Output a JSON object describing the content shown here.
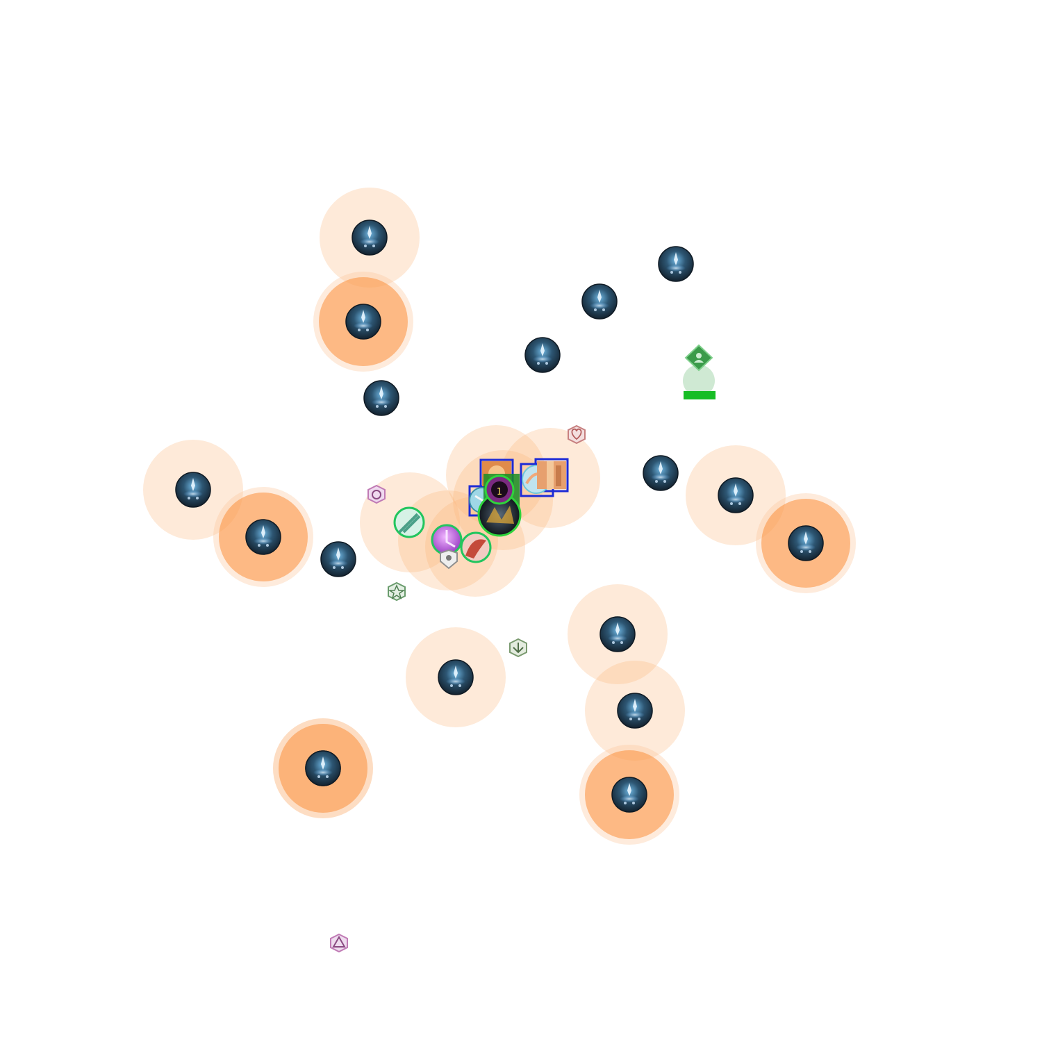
{
  "map": {
    "background": "#ffffff",
    "colors": {
      "aoe": "#fb9a50",
      "orb_dark": "#1d3346",
      "orb_glow": "#5fb8ff",
      "party_ring": "#22c55e",
      "selection_box": "#1d2bd6",
      "tank_marker": "#3b9b4a",
      "waymark_pink": "#c07ab5",
      "waymark_green": "#6a9c6d",
      "waymark_heart": "#c78080"
    }
  },
  "orbs": [
    {
      "id": "orb-1",
      "aoe": "faint"
    },
    {
      "id": "orb-2",
      "aoe": "mixed"
    },
    {
      "id": "orb-3",
      "aoe": "none"
    },
    {
      "id": "orb-4",
      "aoe": "none"
    },
    {
      "id": "orb-5",
      "aoe": "none"
    },
    {
      "id": "orb-6",
      "aoe": "none"
    },
    {
      "id": "orb-7",
      "aoe": "faint"
    },
    {
      "id": "orb-8",
      "aoe": "strong"
    },
    {
      "id": "orb-9",
      "aoe": "none"
    },
    {
      "id": "orb-10",
      "aoe": "none"
    },
    {
      "id": "orb-11",
      "aoe": "faint"
    },
    {
      "id": "orb-12",
      "aoe": "strong"
    },
    {
      "id": "orb-13",
      "aoe": "faint"
    },
    {
      "id": "orb-14",
      "aoe": "faint"
    },
    {
      "id": "orb-15",
      "aoe": "strong"
    },
    {
      "id": "orb-16",
      "aoe": "faint"
    },
    {
      "id": "orb-17",
      "aoe": "faint"
    },
    {
      "id": "orb-18",
      "aoe": "strong"
    },
    {
      "id": "orb-19",
      "aoe": "strong"
    }
  ],
  "party": {
    "boss_marker_label": "1"
  },
  "waymarks": [
    {
      "id": "waymark-circle",
      "icon": "circle-waymark-icon"
    },
    {
      "id": "waymark-heart",
      "icon": "heart-waymark-icon"
    },
    {
      "id": "waymark-star",
      "icon": "star-waymark-icon"
    },
    {
      "id": "waymark-arrow",
      "icon": "arrow-down-waymark-icon"
    },
    {
      "id": "waymark-triangle",
      "icon": "triangle-waymark-icon"
    }
  ]
}
